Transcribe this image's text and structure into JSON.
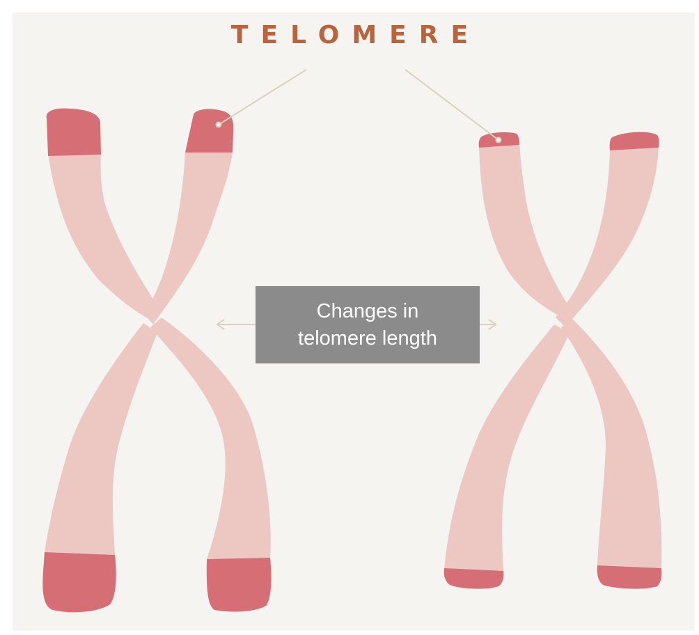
{
  "title": "TELOMERE",
  "label": {
    "line1": "Changes in",
    "line2": "telomere length"
  },
  "colors": {
    "background": "#f6f4f1",
    "chromosome": "#edc8c3",
    "telomere": "#d66e76",
    "pointer_line": "#d8d2bd",
    "title": "#b8653f",
    "label_box": "#8b8b8b",
    "label_text": "#ffffff"
  },
  "chromosomes": [
    {
      "name": "long-telomere-chromosome",
      "telomere_length": "long"
    },
    {
      "name": "short-telomere-chromosome",
      "telomere_length": "short"
    }
  ]
}
